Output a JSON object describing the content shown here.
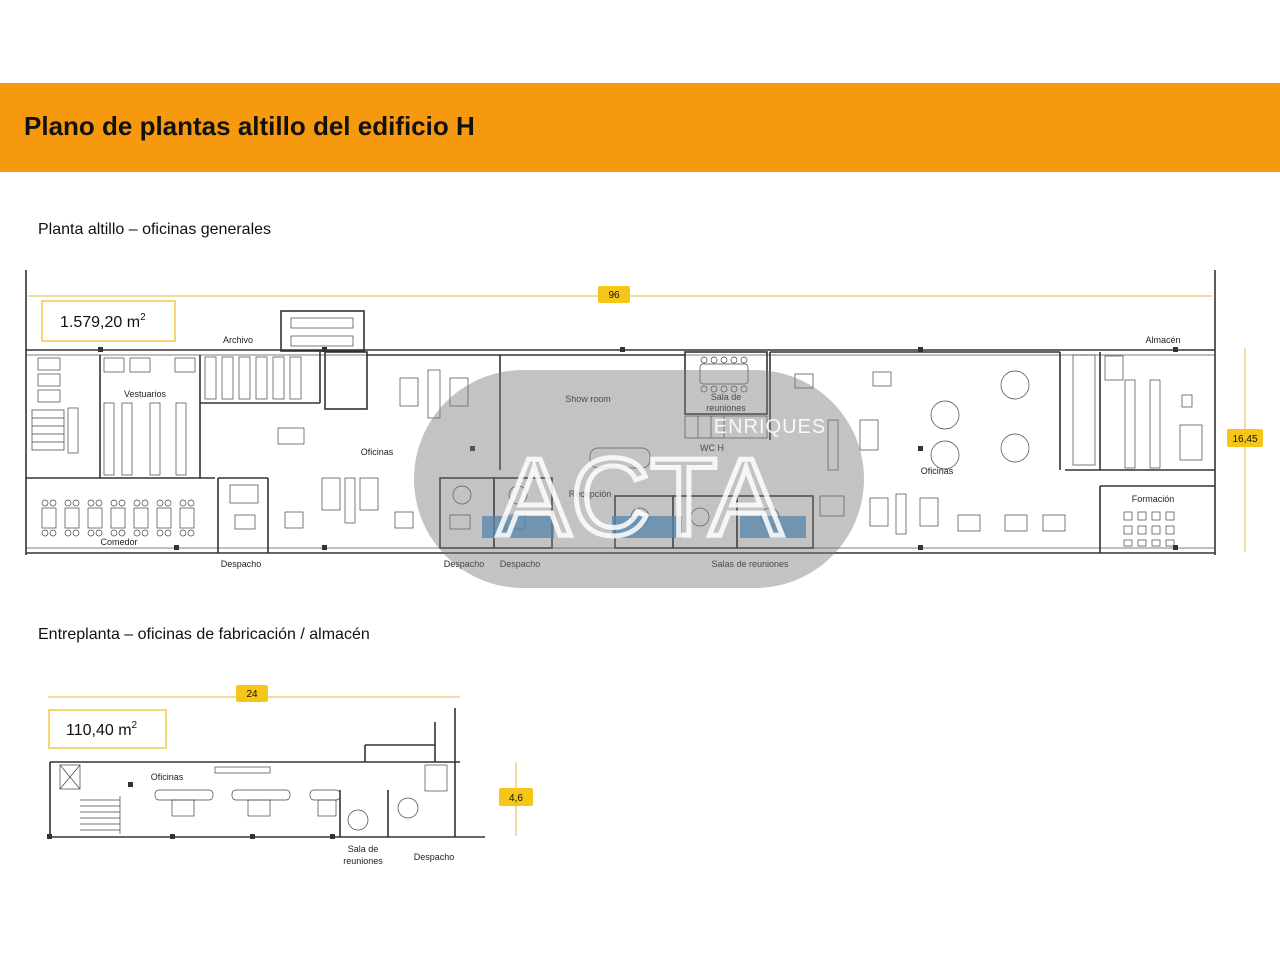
{
  "header": {
    "title": "Plano de plantas altillo del edificio H"
  },
  "sections": [
    {
      "title": "Planta altillo – oficinas generales",
      "area_value": "1.579,20 m",
      "area_sup": "2",
      "dim_width": "96",
      "dim_height": "16,45",
      "rooms": {
        "archivo": "Archivo",
        "almacen": "Almacén",
        "vestuarios": "Vestuarios",
        "comedor": "Comedor",
        "oficinas_left": "Oficinas",
        "showroom": "Show room",
        "sala_reuniones_1": "Sala de",
        "sala_reuniones_2": "reuniones",
        "wc": "WC H",
        "recepcion": "Recepción",
        "oficinas_right": "Oficinas",
        "formacion": "Formación",
        "despacho_1": "Despacho",
        "despacho_2": "Despacho",
        "despacho_3": "Despacho",
        "salas_reuniones": "Salas de reuniones"
      }
    },
    {
      "title": "Entreplanta – oficinas de fabricación / almacén",
      "area_value": "110,40 m",
      "area_sup": "2",
      "dim_width": "24",
      "dim_height": "4,6",
      "rooms": {
        "oficinas": "Oficinas",
        "sala_1": "Sala de",
        "sala_2": "reuniones",
        "despacho": "Despacho"
      }
    }
  ],
  "watermark": {
    "text": "ENRIQUES",
    "logo": "ACTA"
  }
}
